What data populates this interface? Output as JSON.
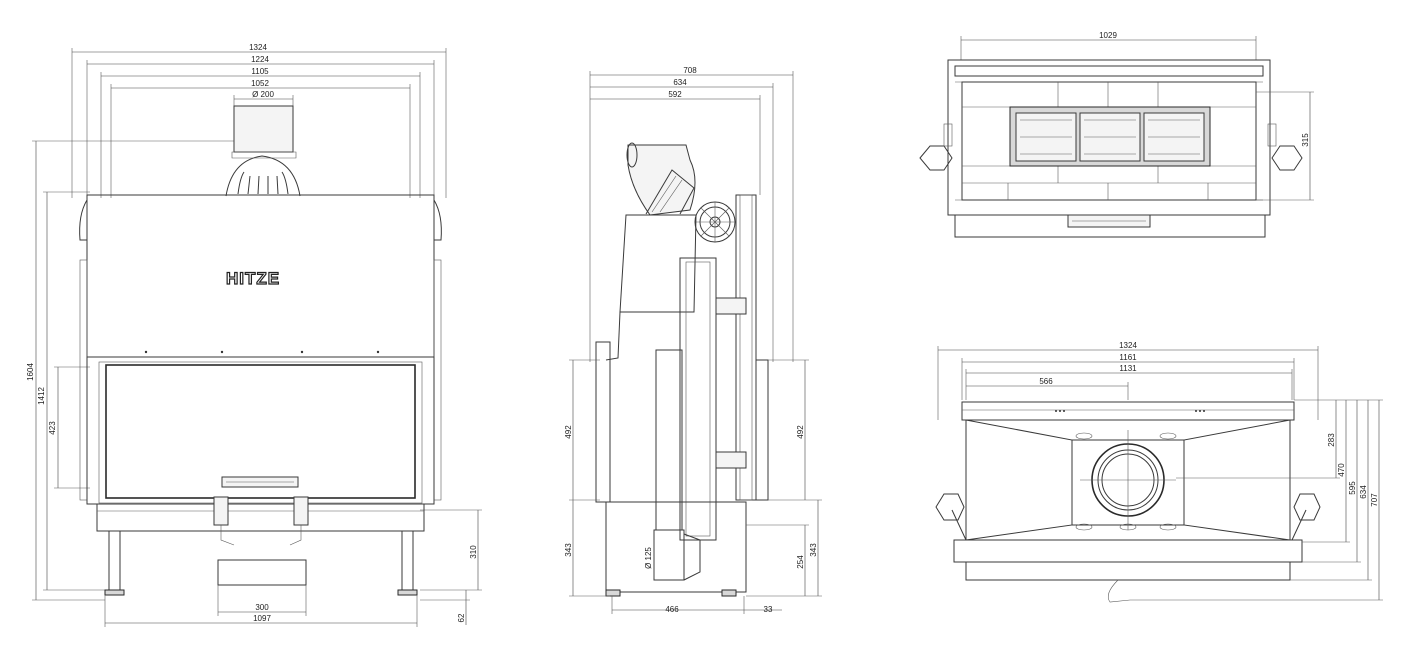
{
  "logo": "HITZE",
  "front_view": {
    "width_dims": [
      "1324",
      "1224",
      "1105",
      "1052",
      "Ø 200"
    ],
    "height_dims": [
      "1604",
      "1412",
      "423",
      "310",
      "62"
    ],
    "bottom_dims": [
      "300",
      "1097"
    ]
  },
  "side_view": {
    "width_dims": [
      "708",
      "634",
      "592"
    ],
    "left_dims": [
      "492",
      "343"
    ],
    "right_dims": [
      "492",
      "254",
      "343"
    ],
    "flue_dim": "Ø 125",
    "bottom_dims": [
      "466",
      "33"
    ]
  },
  "top_view": {
    "width_dim": "1029",
    "depth_dim": "315"
  },
  "base_view": {
    "width_dims": [
      "1324",
      "1161",
      "1131",
      "566"
    ],
    "right_dims": [
      "283",
      "470",
      "595",
      "634",
      "707"
    ]
  }
}
